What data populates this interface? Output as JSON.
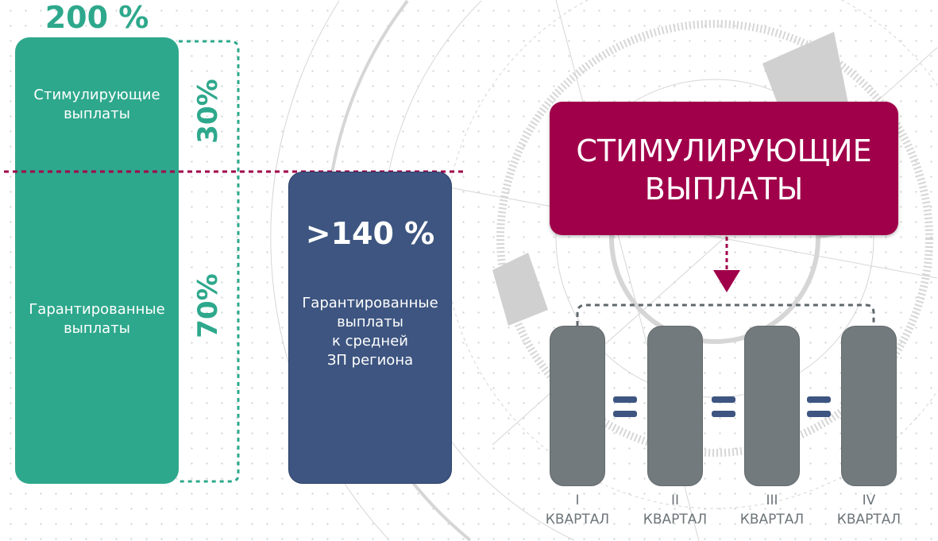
{
  "left": {
    "total": "200 %",
    "top_label": "Стимулирующие выплаты",
    "top_label_lines": [
      "Стимулирующие",
      "выплаты"
    ],
    "top_pct": "30%",
    "bottom_label_lines": [
      "Гарантированные",
      "выплаты"
    ],
    "bottom_pct": "70%"
  },
  "middle": {
    "value": ">140 %",
    "lines": [
      "Гарантированные",
      "выплаты",
      "к средней",
      "ЗП региона"
    ]
  },
  "right": {
    "title_lines": [
      "СТИМУЛИРУЮЩИЕ",
      "ВЫПЛАТЫ"
    ],
    "quarters": [
      {
        "num": "I",
        "label": "КВАРТАЛ"
      },
      {
        "num": "II",
        "label": "КВАРТАЛ"
      },
      {
        "num": "III",
        "label": "КВАРТАЛ"
      },
      {
        "num": "IV",
        "label": "КВАРТАЛ"
      }
    ]
  },
  "colors": {
    "green": "#2ea88c",
    "blue": "#3d5580",
    "crimson": "#a0004a",
    "gray": "#737a7d"
  }
}
